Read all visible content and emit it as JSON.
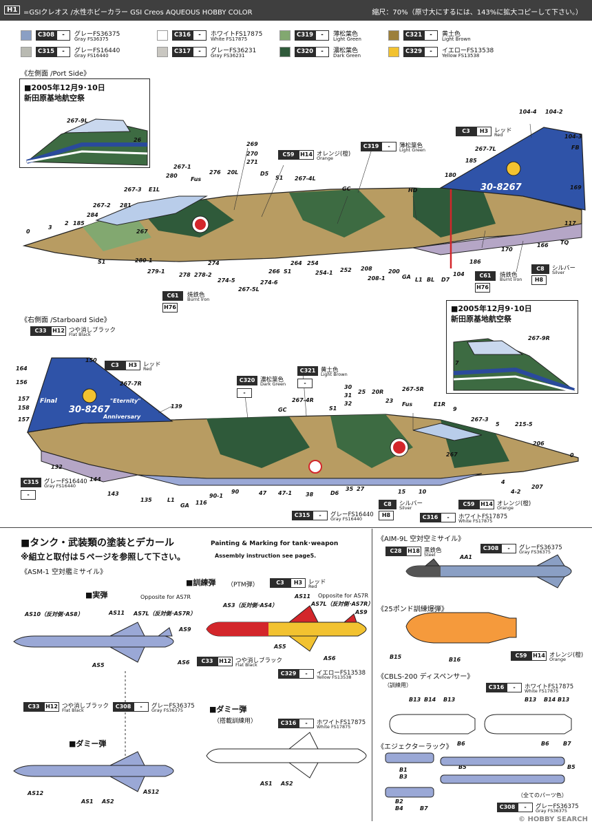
{
  "header": {
    "code": "H1",
    "brand": "=GSIクレオス /水性ホビーカラー GSI Creos AQUEOUS HOBBY COLOR",
    "scale": "縮尺：70%（原寸大にするには、143%に拡大コピーして下さい。）"
  },
  "legend": [
    {
      "code": "C308",
      "h": "-",
      "jp": "グレーFS36375",
      "en": "Gray FS36375",
      "color": "#8a9fc4"
    },
    {
      "code": "C316",
      "h": "-",
      "jp": "ホワイトFS17875",
      "en": "White FS17875",
      "color": "#ffffff"
    },
    {
      "code": "C319",
      "h": "-",
      "jp": "薄松葉色",
      "en": "Light Green",
      "color": "#82a870"
    },
    {
      "code": "C321",
      "h": "-",
      "jp": "黄土色",
      "en": "Light Brown",
      "color": "#9c7f3a"
    },
    {
      "code": "C315",
      "h": "-",
      "jp": "グレーFS16440",
      "en": "Gray FS16440",
      "color": "#b9bab2"
    },
    {
      "code": "C317",
      "h": "-",
      "jp": "グレーFS36231",
      "en": "Gray FS36231",
      "color": "#c9c7c1"
    },
    {
      "code": "C320",
      "h": "-",
      "jp": "濃松葉色",
      "en": "Dark Green",
      "color": "#2f5a3a"
    },
    {
      "code": "C329",
      "h": "-",
      "jp": "イエローFS13538",
      "en": "Yellow FS13538",
      "color": "#f2c230"
    }
  ],
  "port": {
    "title": "《左側面 /Port Side》",
    "event": "■2005年12月9･10日\n新田原基地航空祭",
    "callouts": [
      "267-9L",
      "269",
      "270",
      "271",
      "D5",
      "S1",
      "267-4L",
      "GC",
      "HD",
      "104-4",
      "104-2",
      "104-3",
      "FB",
      "169",
      "267-7L",
      "185",
      "180",
      "267-1",
      "280",
      "Fus",
      "276",
      "20L",
      "267-3",
      "E1L",
      "281",
      "267-2",
      "284",
      "185",
      "2",
      "3",
      "0",
      "S1",
      "280-1",
      "279-1",
      "278",
      "278-2",
      "274",
      "274-5",
      "266",
      "274-6",
      "267-5L",
      "S1",
      "264",
      "254",
      "254-1",
      "252",
      "208",
      "208-1",
      "200",
      "GA",
      "L1",
      "BL",
      "D7",
      "104",
      "186",
      "170",
      "166",
      "117",
      "TQ"
    ],
    "tags": [
      {
        "c": "C59",
        "h": "H14",
        "jp": "オレンジ(橙)",
        "en": "Orange"
      },
      {
        "c": "C319",
        "h": "-",
        "jp": "薄松葉色",
        "en": "Light Green"
      },
      {
        "c": "C3",
        "h": "H3",
        "jp": "レッド",
        "en": "Red"
      },
      {
        "c": "C61",
        "h": "H76",
        "jp": "焼鉄色",
        "en": "Burnt Iron"
      },
      {
        "c": "C61",
        "h": "H76",
        "jp": "焼鉄色",
        "en": "Burnt Iron"
      },
      {
        "c": "C8",
        "h": "H8",
        "jp": "シルバー",
        "en": "Silver"
      }
    ],
    "nose_text": "26",
    "side_number": "267",
    "tail_text": "30-8267"
  },
  "starboard": {
    "title": "《右側面 /Starboard Side》",
    "event": "■2005年12月9･10日\n新田原基地航空祭",
    "callouts": [
      "150",
      "164",
      "156",
      "157",
      "158",
      "157",
      "267-7R",
      "139",
      "132",
      "144",
      "143",
      "135",
      "L1",
      "GA",
      "116",
      "90-1",
      "90",
      "47",
      "47-1",
      "38",
      "D6",
      "35",
      "27",
      "15",
      "10",
      "267-4R",
      "GC",
      "S1",
      "30",
      "31",
      "32",
      "25",
      "20R",
      "23",
      "267-5R",
      "Fus",
      "E1R",
      "9",
      "267-3",
      "5",
      "215-5",
      "206",
      "0",
      "207",
      "4-2",
      "4",
      "267-9R"
    ],
    "tags": [
      {
        "c": "C33",
        "h": "H12",
        "jp": "つや消しブラック",
        "en": "Flat Black"
      },
      {
        "c": "C3",
        "h": "H3",
        "jp": "レッド",
        "en": "Red"
      },
      {
        "c": "C320",
        "h": "-",
        "jp": "濃松葉色",
        "en": "Dark Green"
      },
      {
        "c": "C321",
        "h": "-",
        "jp": "黄土色",
        "en": "Light Brown"
      },
      {
        "c": "C315",
        "h": "-",
        "jp": "グレーFS16440",
        "en": "Gray FS16440"
      },
      {
        "c": "C8",
        "h": "H8",
        "jp": "シルバー",
        "en": "Silver"
      },
      {
        "c": "C59",
        "h": "H14",
        "jp": "オレンジ(橙)",
        "en": "Orange"
      },
      {
        "c": "C315",
        "h": "-",
        "jp": "グレーFS16440",
        "en": "Gray FS16440"
      },
      {
        "c": "C316",
        "h": "-",
        "jp": "ホワイトFS17875",
        "en": "White FS17875"
      }
    ],
    "eternity_text": "\"Eternity\"",
    "anniversary_text": "Anniversary",
    "final_text": "Final",
    "side_number": "267",
    "tail_text": "30-8267"
  },
  "weapons": {
    "title": "■タンク・武装類の塗装とデカール",
    "title_en": "Painting & Marking for tank･weapon",
    "note": "※組立と取付は５ページを参照して下さい。",
    "note_en": "Assembly instruction see page5.",
    "asm1": "《ASM-1 空対艦ミサイル》",
    "live": "■実弾",
    "ptm": "■訓練弾",
    "ptm_sub": "（PTM弾）",
    "dummy": "■ダミー弾",
    "dummy2": "■ダミー弾",
    "dummy2_sub": "（搭載訓練用）",
    "opposite": "Opposite for AS7R",
    "opposite2": "Opposite for AS7R",
    "live_callouts": [
      "AS10（反対側･AS8）",
      "AS11",
      "AS7L（反対側･AS7R）",
      "AS9",
      "AS5",
      "AS6"
    ],
    "ptm_callouts": [
      "AS3（反対側･AS4）",
      "AS11",
      "AS7L（反対側･AS7R）",
      "AS9",
      "AS5",
      "AS6"
    ],
    "dummy_callouts": [
      "AS12",
      "AS1",
      "AS2",
      "AS12"
    ],
    "dummy2_callouts": [
      "AS1",
      "AS2"
    ],
    "tags": [
      {
        "c": "C3",
        "h": "H3",
        "jp": "レッド",
        "en": "Red"
      },
      {
        "c": "C33",
        "h": "H12",
        "jp": "つや消しブラック",
        "en": "Flat Black"
      },
      {
        "c": "C329",
        "h": "-",
        "jp": "イエローFS13538",
        "en": "Yellow FS13538"
      },
      {
        "c": "C33",
        "h": "H12",
        "jp": "つや消しブラック",
        "en": "Flat Black"
      },
      {
        "c": "C308",
        "h": "-",
        "jp": "グレーFS36375",
        "en": "Gray FS36375"
      },
      {
        "c": "C316",
        "h": "-",
        "jp": "ホワイトFS17875",
        "en": "White FS17875"
      }
    ]
  },
  "right_panel": {
    "aim9": "《AIM-9L 空対空ミサイル》",
    "aim9_tags": [
      {
        "c": "C28",
        "h": "H18",
        "jp": "黒鉄色",
        "en": "Steel"
      },
      {
        "c": "C308",
        "h": "-",
        "jp": "グレーFS36375",
        "en": "Gray FS36375"
      }
    ],
    "aim9_callout": "AA1",
    "bomb": "《25ポンド訓練爆弾》",
    "bomb_tag": {
      "c": "C59",
      "h": "H14",
      "jp": "オレンジ(橙)",
      "en": "Orange"
    },
    "bomb_callouts": [
      "B15",
      "B16"
    ],
    "cbls": "《CBLS-200 ディスペンサー》",
    "cbls_sub": "（訓練用）",
    "cbls_tag": {
      "c": "C316",
      "h": "-",
      "jp": "ホワイトFS17875",
      "en": "White FS17875"
    },
    "cbls_callouts": [
      "B13",
      "B14",
      "B13",
      "B13",
      "B14",
      "B13"
    ],
    "rack": "《エジェクターラック》",
    "rack_callouts": [
      "B6",
      "B6",
      "B7",
      "B5",
      "B5",
      "B1",
      "B3",
      "B2",
      "B4",
      "B7"
    ],
    "all_parts": "（全てのパーツ色）",
    "rack_tag": {
      "c": "C308",
      "h": "-",
      "jp": "グレーFS36375",
      "en": "Gray FS36375"
    }
  },
  "watermark": "© HOBBY SEARCH"
}
